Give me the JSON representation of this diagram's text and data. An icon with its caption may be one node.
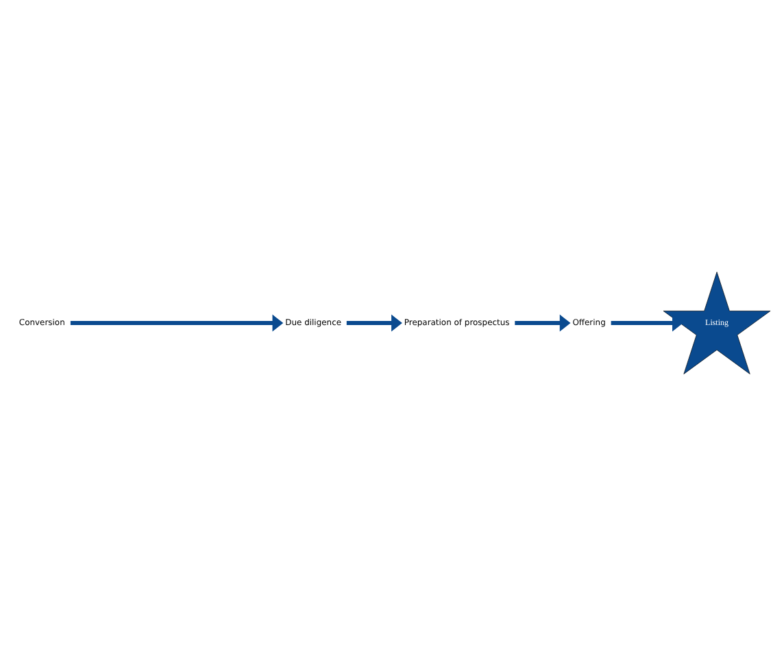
{
  "diagram": {
    "nodes": [
      {
        "text": [
          "Due diligence"
        ]
      },
      {
        "text": [
          "Preparation of prospectus"
        ]
      },
      {
        "text": [
          "Offering"
        ]
      },
      {
        "text": [
          "Listing"
        ]
      },
      {
        "text": [
          "Conversion"
        ]
      }
    ],
    "edges": [
      {
        "from": 4,
        "to": 0,
        "arrow": "to"
      },
      {
        "from": 0,
        "to": 1,
        "arrow": "to"
      },
      {
        "from": 1,
        "to": 2,
        "arrow": "to"
      },
      {
        "from": 2,
        "to": 3,
        "arrow": "to"
      }
    ]
  }
}
